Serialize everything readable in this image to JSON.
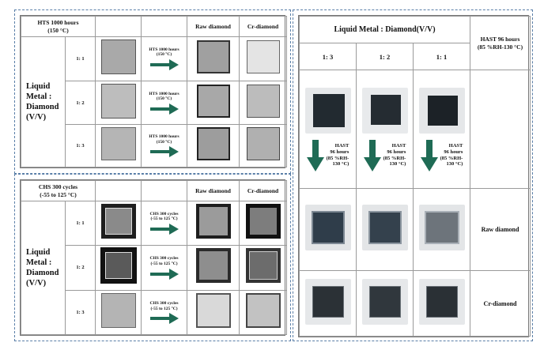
{
  "hts": {
    "corner_line1": "HTS 1000 hours",
    "corner_line2": "(150 °C)",
    "col_raw": "Raw diamond",
    "col_cr": "Cr-diamond",
    "side_line1": "Liquid",
    "side_line2": "Metal :",
    "side_line3": "Diamond",
    "side_line4": "(V/V)",
    "rows": [
      {
        "ratio": "1: 1",
        "cond1": "HTS 1000 hours",
        "cond2": "(150 °C)"
      },
      {
        "ratio": "1: 2",
        "cond1": "HTS 1000 hours",
        "cond2": "(150 °C)"
      },
      {
        "ratio": "1: 3",
        "cond1": "HTS 1000 hours",
        "cond2": "(150 °C)"
      }
    ]
  },
  "chs": {
    "corner_line1": "CHS 300 cycles",
    "corner_line2": "(-55 to 125 °C)",
    "col_raw": "Raw diamond",
    "col_cr": "Cr-diamond",
    "side_line1": "Liquid",
    "side_line2": "Metal :",
    "side_line3": "Diamond",
    "side_line4": "(V/V)",
    "rows": [
      {
        "ratio": "1: 1",
        "cond1": "CHS 300 cycles",
        "cond2": "(-55 to 125 °C)"
      },
      {
        "ratio": "1: 2",
        "cond1": "CHS 300 cycles",
        "cond2": "(-55 to 125 °C)"
      },
      {
        "ratio": "1: 3",
        "cond1": "CHS 300 cycles",
        "cond2": "(-55 to 125 °C)"
      }
    ]
  },
  "hast": {
    "title": "Liquid Metal : Diamond(V/V)",
    "corner_line1": "HAST 96 hours",
    "corner_line2": "(85 %RH-130 °C)",
    "ratios": [
      "1: 3",
      "1: 2",
      "1: 1"
    ],
    "arrow_text": [
      "HAST",
      "96 hours",
      "(85 %RH-",
      "130 °C)"
    ],
    "row_raw": "Raw diamond",
    "row_cr": "Cr-diamond"
  },
  "colors": {
    "panel_border": "#5a7fa8",
    "arrow": "#1f6b55",
    "sample_gray": "#b4b4b4",
    "sample_dark": "#2a2a2a",
    "photo_dark": "#2c3238"
  }
}
